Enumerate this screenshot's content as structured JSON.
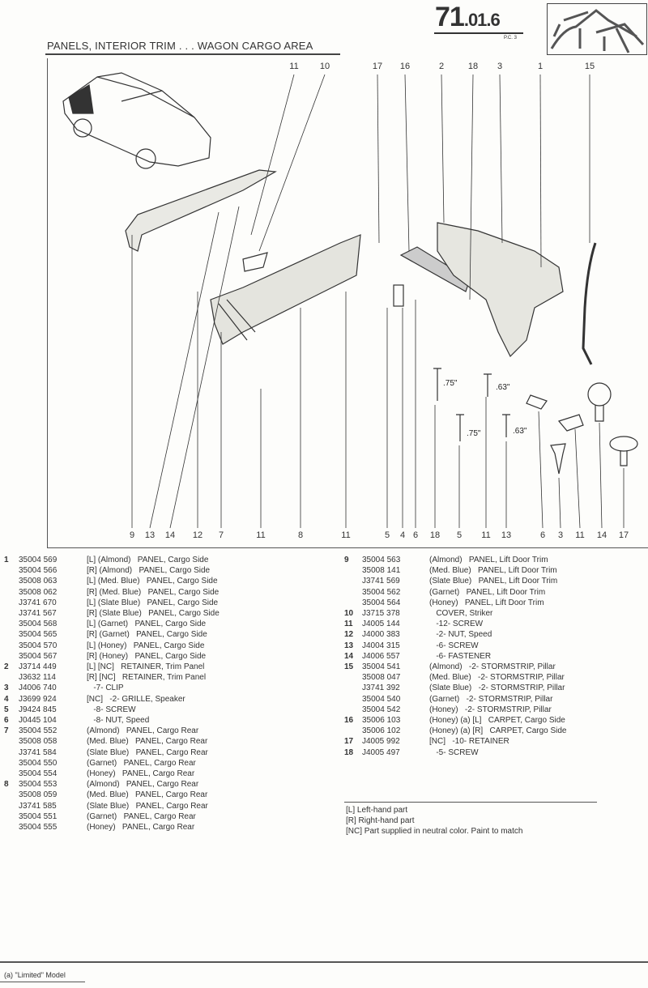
{
  "header": {
    "page_main": "71",
    "page_sub": ".01.6",
    "page_code": "P.C. 3",
    "title": "PANELS, INTERIOR TRIM . . . WAGON CARGO AREA"
  },
  "diagram": {
    "top_callouts": [
      "11",
      "10",
      "17",
      "16",
      "2",
      "18",
      "3",
      "1",
      "15"
    ],
    "bottom_callouts": [
      "9",
      "13",
      "14",
      "12",
      "7",
      "11",
      "8",
      "11",
      "5",
      "4",
      "6",
      "18",
      "5",
      "11",
      "13",
      "6",
      "3",
      "11",
      "14",
      "17"
    ],
    "dimensions": [
      ".75\"",
      ".63\"",
      ".75\"",
      ".63\""
    ]
  },
  "parts_left": [
    {
      "ref": "1",
      "part": "35004 569",
      "desc": "[L] (Almond)   PANEL, Cargo Side"
    },
    {
      "ref": "",
      "part": "35004 566",
      "desc": "[R] (Almond)   PANEL, Cargo Side"
    },
    {
      "ref": "",
      "part": "35008 063",
      "desc": "[L] (Med. Blue)   PANEL, Cargo Side"
    },
    {
      "ref": "",
      "part": "35008 062",
      "desc": "[R] (Med. Blue)   PANEL, Cargo Side"
    },
    {
      "ref": "",
      "part": "J3741 670",
      "desc": "[L] (Slate Blue)   PANEL, Cargo Side"
    },
    {
      "ref": "",
      "part": "J3741 567",
      "desc": "[R] (Slate Blue)   PANEL, Cargo Side"
    },
    {
      "ref": "",
      "part": "35004 568",
      "desc": "[L] (Garnet)   PANEL, Cargo Side"
    },
    {
      "ref": "",
      "part": "35004 565",
      "desc": "[R] (Garnet)   PANEL, Cargo Side"
    },
    {
      "ref": "",
      "part": "35004 570",
      "desc": "[L] (Honey)   PANEL, Cargo Side"
    },
    {
      "ref": "",
      "part": "35004 567",
      "desc": "[R] (Honey)   PANEL, Cargo Side"
    },
    {
      "ref": "2",
      "part": "J3714 449",
      "desc": "[L] [NC]   RETAINER, Trim Panel"
    },
    {
      "ref": "",
      "part": "J3632 114",
      "desc": "[R] [NC]   RETAINER, Trim Panel"
    },
    {
      "ref": "3",
      "part": "J4006 740",
      "desc": "   -7- CLIP"
    },
    {
      "ref": "4",
      "part": "J3699 924",
      "desc": "[NC]   -2- GRILLE, Speaker"
    },
    {
      "ref": "5",
      "part": "J9424 845",
      "desc": "   -8- SCREW"
    },
    {
      "ref": "6",
      "part": "J0445 104",
      "desc": "   -8- NUT, Speed"
    },
    {
      "ref": "7",
      "part": "35004 552",
      "desc": "(Almond)   PANEL, Cargo Rear"
    },
    {
      "ref": "",
      "part": "35008 058",
      "desc": "(Med. Blue)   PANEL, Cargo Rear"
    },
    {
      "ref": "",
      "part": "J3741 584",
      "desc": "(Slate Blue)   PANEL, Cargo Rear"
    },
    {
      "ref": "",
      "part": "35004 550",
      "desc": "(Garnet)   PANEL, Cargo Rear"
    },
    {
      "ref": "",
      "part": "35004 554",
      "desc": "(Honey)   PANEL, Cargo Rear"
    },
    {
      "ref": "8",
      "part": "35004 553",
      "desc": "(Almond)   PANEL, Cargo Rear"
    },
    {
      "ref": "",
      "part": "35008 059",
      "desc": "(Med. Blue)   PANEL, Cargo Rear"
    },
    {
      "ref": "",
      "part": "J3741 585",
      "desc": "(Slate Blue)   PANEL, Cargo Rear"
    },
    {
      "ref": "",
      "part": "35004 551",
      "desc": "(Garnet)   PANEL, Cargo Rear"
    },
    {
      "ref": "",
      "part": "35004 555",
      "desc": "(Honey)   PANEL, Cargo Rear"
    }
  ],
  "parts_right": [
    {
      "ref": "9",
      "part": "35004 563",
      "desc": "(Almond)   PANEL, Lift Door Trim"
    },
    {
      "ref": "",
      "part": "35008 141",
      "desc": "(Med. Blue)   PANEL, Lift Door Trim"
    },
    {
      "ref": "",
      "part": "J3741 569",
      "desc": "(Slate Blue)   PANEL, Lift Door Trim"
    },
    {
      "ref": "",
      "part": "35004 562",
      "desc": "(Garnet)   PANEL, Lift Door Trim"
    },
    {
      "ref": "",
      "part": "35004 564",
      "desc": "(Honey)   PANEL, Lift Door Trim"
    },
    {
      "ref": "10",
      "part": "J3715 378",
      "desc": "   COVER, Striker"
    },
    {
      "ref": "11",
      "part": "J4005 144",
      "desc": "   -12- SCREW"
    },
    {
      "ref": "12",
      "part": "J4000 383",
      "desc": "   -2- NUT, Speed"
    },
    {
      "ref": "13",
      "part": "J4004 315",
      "desc": "   -6- SCREW"
    },
    {
      "ref": "14",
      "part": "J4006 557",
      "desc": "   -6- FASTENER"
    },
    {
      "ref": "15",
      "part": "35004 541",
      "desc": "(Almond)   -2- STORMSTRIP, Pillar"
    },
    {
      "ref": "",
      "part": "35008 047",
      "desc": "(Med. Blue)   -2- STORMSTRIP, Pillar"
    },
    {
      "ref": "",
      "part": "J3741 392",
      "desc": "(Slate Blue)   -2- STORMSTRIP, Pillar"
    },
    {
      "ref": "",
      "part": "35004 540",
      "desc": "(Garnet)   -2- STORMSTRIP, Pillar"
    },
    {
      "ref": "",
      "part": "35004 542",
      "desc": "(Honey)   -2- STORMSTRIP, Pillar"
    },
    {
      "ref": "16",
      "part": "35006 103",
      "desc": "(Honey) (a) [L]   CARPET, Cargo Side"
    },
    {
      "ref": "",
      "part": "35006 102",
      "desc": "(Honey) (a) [R]   CARPET, Cargo Side"
    },
    {
      "ref": "17",
      "part": "J4005 992",
      "desc": "[NC]   -10- RETAINER"
    },
    {
      "ref": "18",
      "part": "J4005 497",
      "desc": "   -5- SCREW"
    }
  ],
  "footnotes": [
    "[L] Left-hand part",
    "[R] Right-hand part",
    "[NC] Part supplied in neutral color. Paint to match"
  ],
  "bottom_note": "(a) \"Limited\" Model"
}
